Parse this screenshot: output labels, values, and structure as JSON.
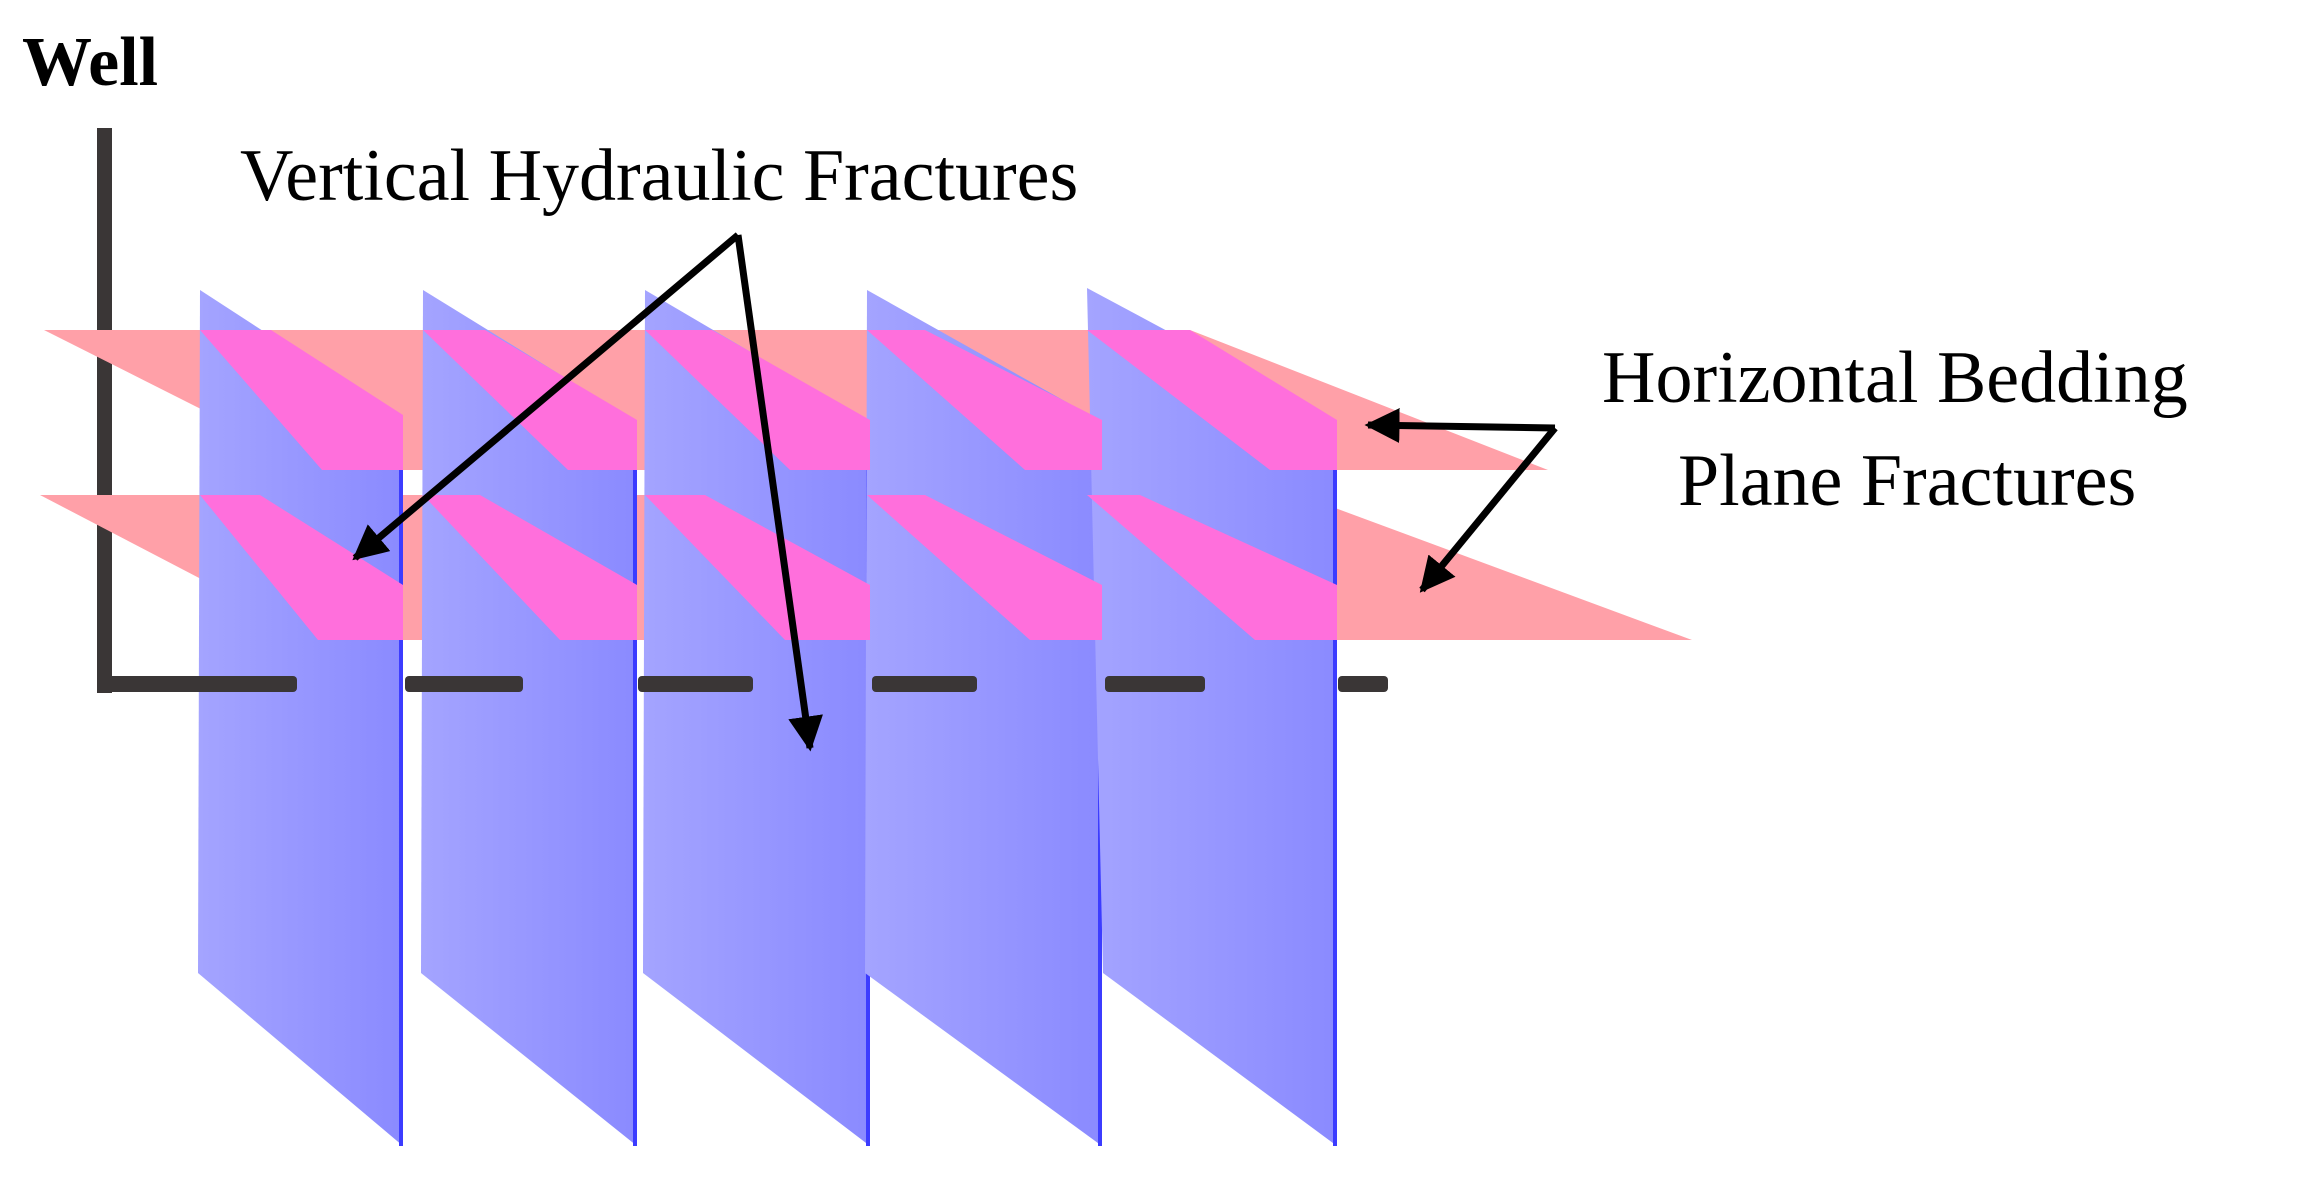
{
  "labels": {
    "well": "Well",
    "vertical_fractures": "Vertical Hydraulic Fractures",
    "horizontal_line1": "Horizontal Bedding",
    "horizontal_line2": "Plane Fractures"
  },
  "colors": {
    "well": "#3a3636",
    "vertical_fracture_fill": "#8f8fff",
    "vertical_fracture_edge": "#3c3cff",
    "horizontal_fracture": "#ffa0a8",
    "overlap": "#ff6fdc",
    "arrow": "#000000"
  }
}
